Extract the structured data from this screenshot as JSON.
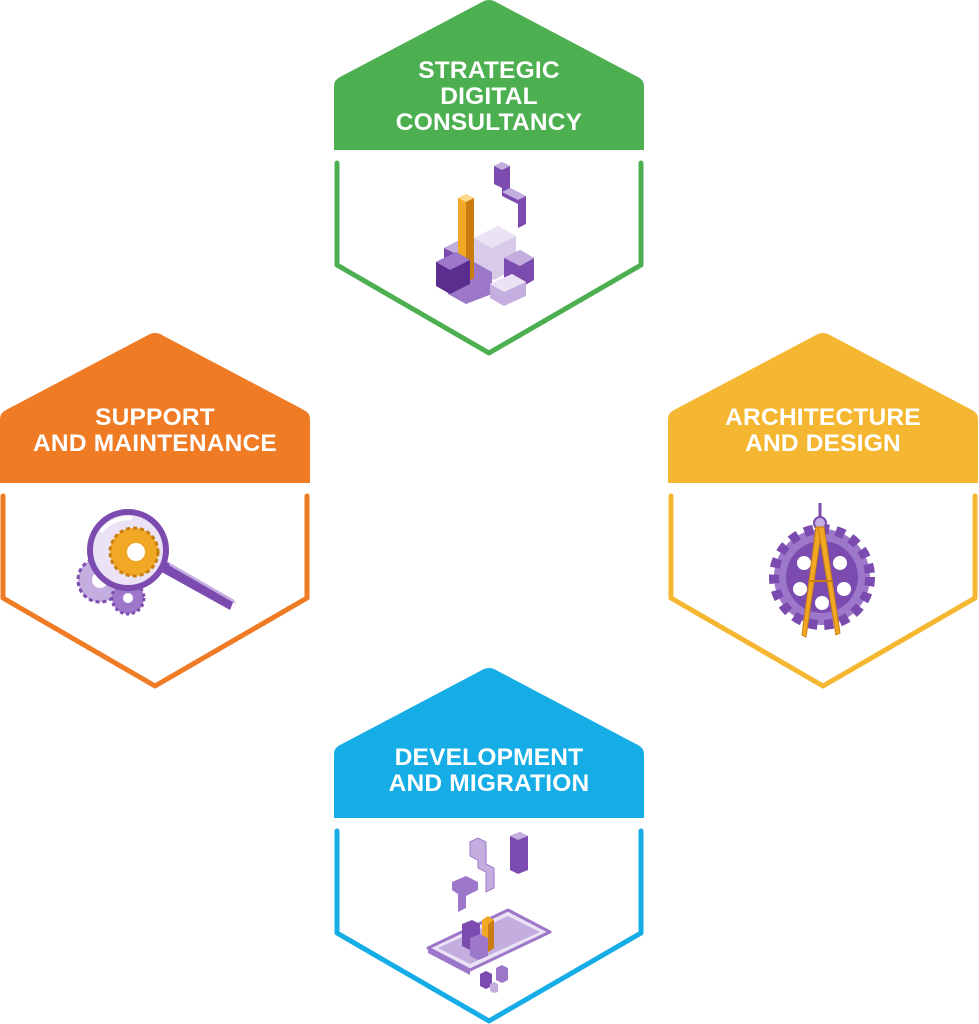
{
  "colors": {
    "green": "#4caf50",
    "orange": "#ef7b25",
    "yellow": "#f5b731",
    "blue": "#16ade6",
    "purple": "#7b4bb0",
    "purple_light": "#c4aee0",
    "gold": "#f1a824"
  },
  "services": {
    "strategic": {
      "line1": "STRATEGIC",
      "line2": "DIGITAL",
      "line3": "CONSULTANCY",
      "icon": "tetris-blocks-icon"
    },
    "support": {
      "line1": "SUPPORT",
      "line2": "AND MAINTENANCE",
      "icon": "magnifier-gears-icon"
    },
    "architecture": {
      "line1": "ARCHITECTURE",
      "line2": "AND DESIGN",
      "icon": "compass-gear-icon"
    },
    "development": {
      "line1": "DEVELOPMENT",
      "line2": "AND MIGRATION",
      "icon": "phone-blocks-icon"
    }
  }
}
